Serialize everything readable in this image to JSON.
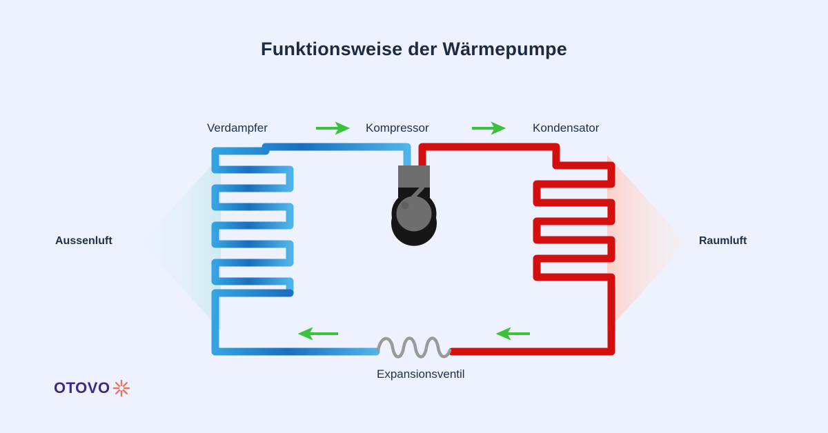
{
  "page": {
    "title": "Funktionsweise der Wärmepumpe",
    "background_color": "#eef1fe",
    "text_color": "#21304a"
  },
  "labels": {
    "evaporator": "Verdampfer",
    "compressor": "Kompressor",
    "condenser": "Kondensator",
    "outside_air": "Aussenluft",
    "room_air": "Raumluft",
    "expansion_valve": "Expansionsventil"
  },
  "colors": {
    "cold_pipe": "#2f8fd8",
    "cold_pipe_dark": "#1b6fbf",
    "hot_pipe": "#d40f0f",
    "arrow_green": "#3ac23a",
    "compressor_body": "#161616",
    "compressor_gray": "#6e6e6e",
    "valve_coil": "#9a9a9a",
    "cold_wedge": "#d8eef6",
    "hot_wedge": "#fbd9d4",
    "logo_text": "#3b2a8c",
    "logo_burst": "#e8735a"
  },
  "flow": {
    "arrows": [
      {
        "name": "evaporator-to-compressor",
        "direction": "right"
      },
      {
        "name": "compressor-to-condenser",
        "direction": "right"
      },
      {
        "name": "condenser-to-valve",
        "direction": "left"
      },
      {
        "name": "valve-to-evaporator",
        "direction": "left"
      }
    ]
  },
  "logo": {
    "text": "OTOVO",
    "burst_rays": 8
  }
}
